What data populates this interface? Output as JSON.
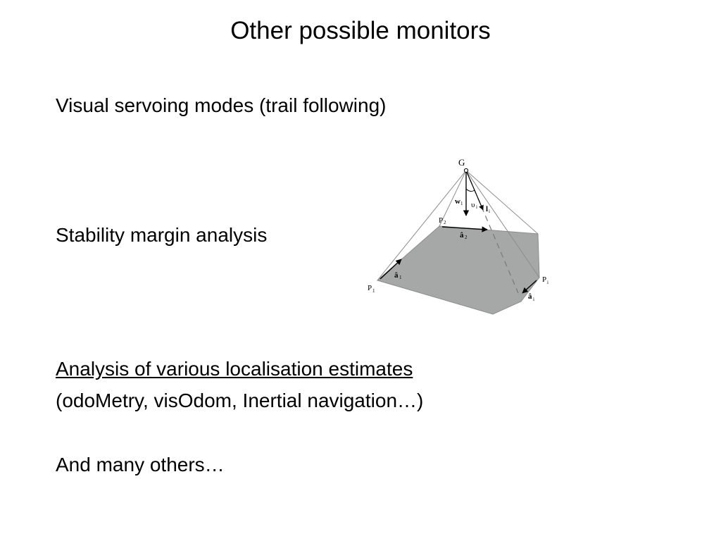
{
  "slide": {
    "title": "Other possible monitors",
    "items": [
      "Visual servoing modes (trail following)",
      "Stability margin analysis",
      "Analysis of various localisation estimates",
      "(odoMetry, visOdom, Inertial navigation…)",
      "And many others…"
    ]
  },
  "diagram": {
    "labels": {
      "apex": "G",
      "p1": "P",
      "p1_sub": "1",
      "p2": "P",
      "p2_sub": "2",
      "pi": "P",
      "pi_sub": "i",
      "a1": "â",
      "a1_sub": "1",
      "a2": "â",
      "a2_sub": "2",
      "ai": "â",
      "ai_sub": "i",
      "w": "w",
      "w_sub": "1",
      "v": "υ",
      "v_sub": "i",
      "l": "l",
      "l_sub": "i"
    },
    "colors": {
      "surface": "#a6a8a7",
      "edges": "#8c8c8c",
      "dashed": "#777777",
      "arrows": "#000000"
    }
  }
}
